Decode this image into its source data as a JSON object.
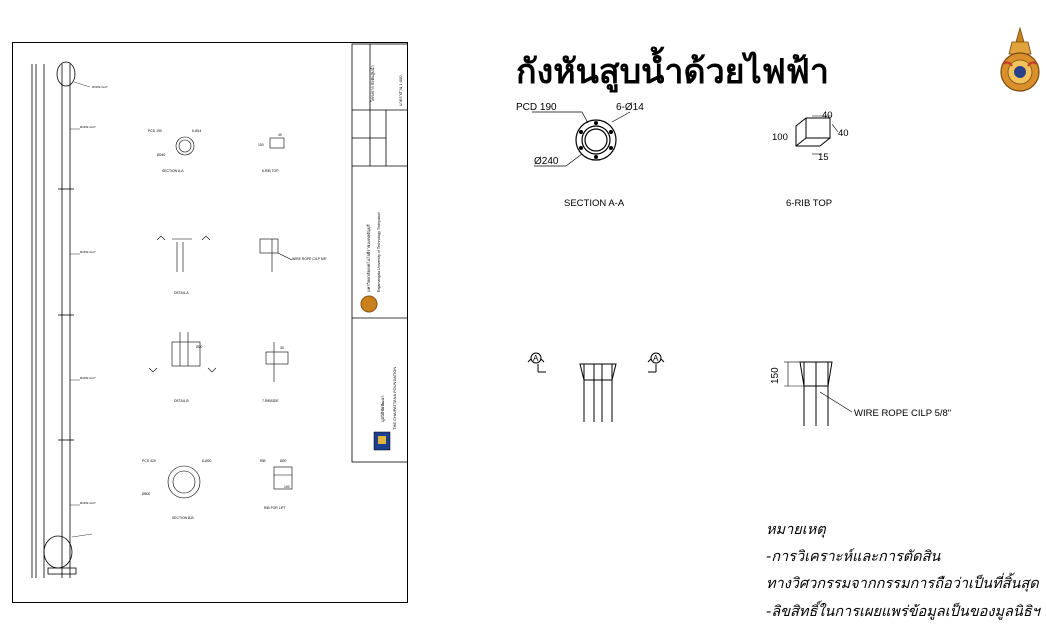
{
  "page_title": "กังหันสูบน้ำด้วยไฟฟ้า",
  "logo_icon": "royal-seal-icon",
  "section_aa": {
    "pcd": "PCD 190",
    "holes": "6-Ø14",
    "dia": "Ø240",
    "caption": "SECTION A-A"
  },
  "rib_top": {
    "d1": "40",
    "d2": "40",
    "d3": "100",
    "d4": "15",
    "caption": "6-RIB TOP"
  },
  "detail_a": {
    "marker_left": "A",
    "marker_right": "A"
  },
  "wire_detail": {
    "dim": "150",
    "label": "WIRE ROPE CILP 5/8\""
  },
  "notes": {
    "heading": "หมายเหตุ",
    "line1": "-การวิเคราะห์และการตัดสิน",
    "line2": "ทางวิศวกรรมจากกรรมการถือว่าเป็นที่สิ้นสุด",
    "line3": "-ลิขสิทธิ์ในการเผยแพร่ข้อมูลเป็นของมูลนิธิฯ"
  },
  "sheet": {
    "pole_labels": [
      "ROPE GUY",
      "ROPE GUY",
      "ROPE GUY",
      "ROPE GUY",
      "ROPE GUY"
    ],
    "detail_captions": [
      "SECTION A-A",
      "6-RIB TOP",
      "DETAIL A",
      "DETAIL B",
      "7-RIBSIDE",
      "SECTION B-B",
      "RIB FOR LIFT"
    ],
    "wire_label": "WIRE ROPE CILP 5/8\"",
    "small_labels": [
      "PCD 190",
      "6-Ø14",
      "Ø240",
      "40",
      "100",
      "Ø20",
      "30",
      "PCD 420",
      "8-Ø20",
      "Ø500",
      "RIB",
      "Ø20",
      "100"
    ],
    "foundation": "THE CHAIPATTANA FOUNDATION",
    "university": "มหาวิทยาลัยเทคโนโลยีราชมงคลธัญบุรี",
    "university_en": "Rajamangala University of Technology Thanyaburi",
    "project": "โครงการ กังหันสูบน้ำ",
    "scale": "มาตราส่วน 1:000",
    "foundation_th": "มูลนิธิชัยพัฒนา"
  }
}
